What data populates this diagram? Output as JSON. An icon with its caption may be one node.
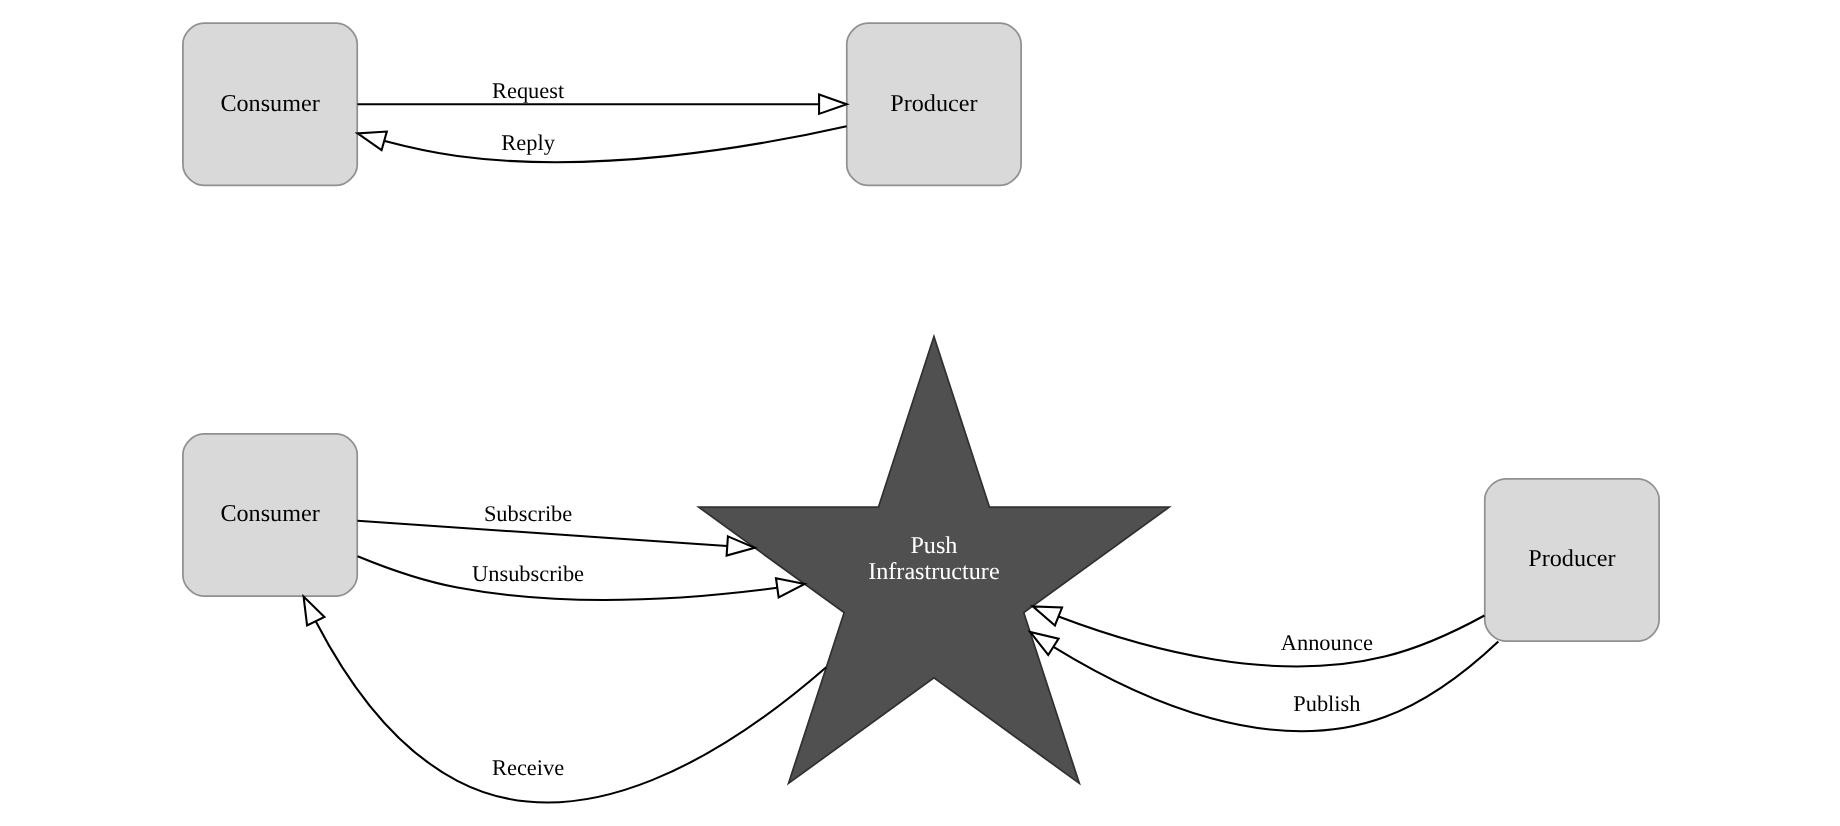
{
  "diagram": {
    "nodes": [
      {
        "text": [
          "Consumer"
        ]
      },
      {
        "text": [
          "Producer"
        ]
      },
      {
        "text": [
          "Consumer"
        ]
      },
      {
        "text": [
          "Push Infrastructure"
        ]
      },
      {
        "text": [
          "Producer"
        ]
      }
    ],
    "edges": [
      {
        "from": 0,
        "to": 1,
        "arrow": "to",
        "label": "Request"
      },
      {
        "from": 1,
        "to": 0,
        "arrow": "to",
        "label": "Reply"
      },
      {
        "from": 2,
        "to": 3,
        "arrow": "to",
        "label": "Subscribe"
      },
      {
        "from": 3,
        "to": 2,
        "arrow": "to",
        "label": "Receive"
      },
      {
        "from": 2,
        "to": 3,
        "arrow": "to",
        "label": "Unsubscribe"
      },
      {
        "from": 4,
        "to": 3,
        "arrow": "to",
        "label": "Announce"
      },
      {
        "from": 4,
        "to": 3,
        "arrow": "to",
        "label": "Publish"
      }
    ]
  }
}
